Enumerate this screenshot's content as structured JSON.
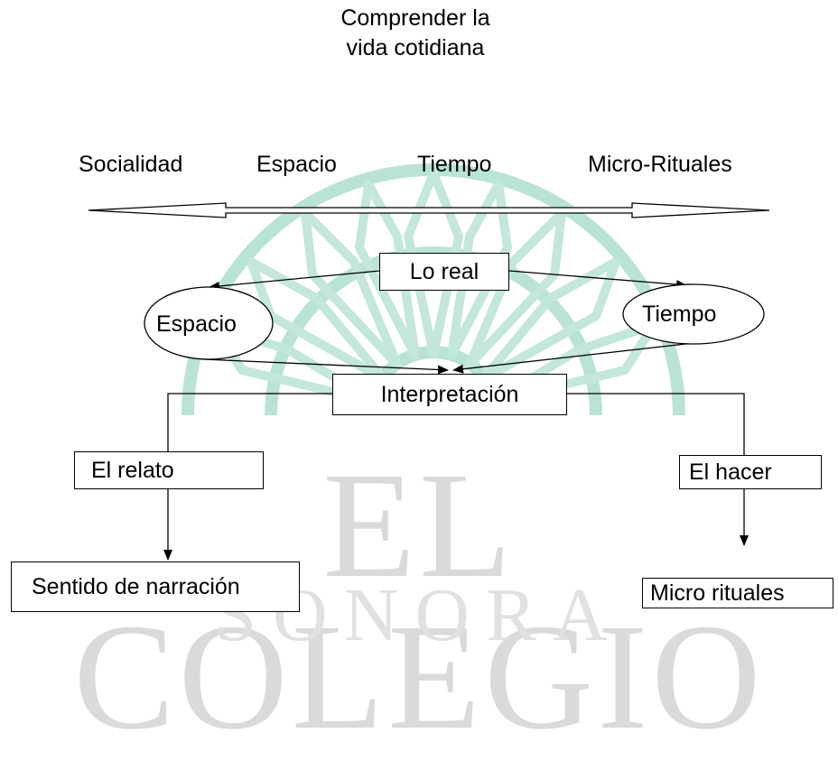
{
  "title": {
    "line1": "Comprender la",
    "line2": "vida cotidiana"
  },
  "axis_labels": [
    "Socialidad",
    "Espacio",
    "Tiempo",
    "Micro-Rituales"
  ],
  "nodes": {
    "lo_real": "Lo real",
    "espacio": "Espacio",
    "tiempo": "Tiempo",
    "interpretacion": "Interpretación",
    "el_relato": "El relato",
    "el_hacer": "El hacer",
    "sentido": "Sentido de narración",
    "micro_rituales": "Micro rituales"
  },
  "watermark": {
    "main": "EL COLEGIO",
    "sub": "SONORA",
    "color": "#5fbf9f"
  }
}
